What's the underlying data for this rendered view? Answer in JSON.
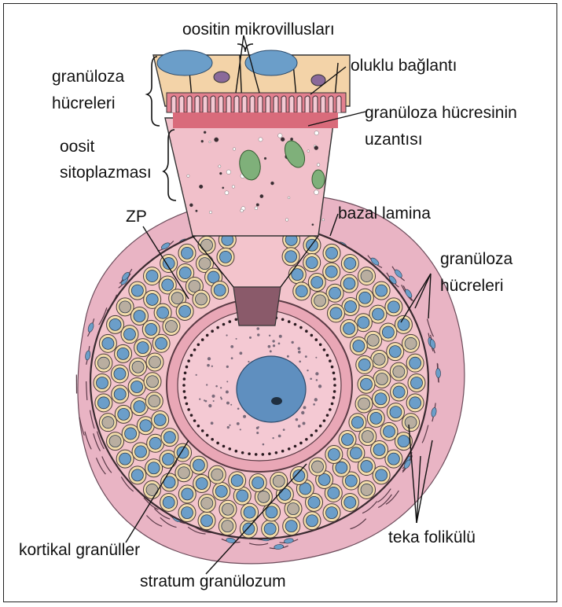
{
  "labels": {
    "microvilli": "oositin mikrovillusları",
    "granulosa_top_1": "granüloza",
    "granulosa_top_2": "hücreleri",
    "gap_junction": "oluklu bağlantı",
    "granulosa_process_1": "granüloza hücresinin",
    "granulosa_process_2": "uzantısı",
    "oocyte_cyto_1": "oosit",
    "oocyte_cyto_2": "sitoplazması",
    "zp": "ZP",
    "basal_lamina": "bazal lamina",
    "granulosa_right_1": "granüloza",
    "granulosa_right_2": "hücreleri",
    "theca": "teka folikülü",
    "cortical": "kortikal granüller",
    "stratum": "stratum granülozum"
  },
  "colors": {
    "theca": "#e9b4c4",
    "granulosa_fill": "#f3c4cc",
    "cell_body": "#f2dcaa",
    "nucleus_blue": "#6b9ec9",
    "nucleus_grey": "#b9aea0",
    "zona": "#e9a7b6",
    "oocyte": "#f4c9d3",
    "oocyte_nucleus": "#5f8fbf",
    "mitochondria": "#7fb07a",
    "inset_top": "#f3d3a8"
  }
}
